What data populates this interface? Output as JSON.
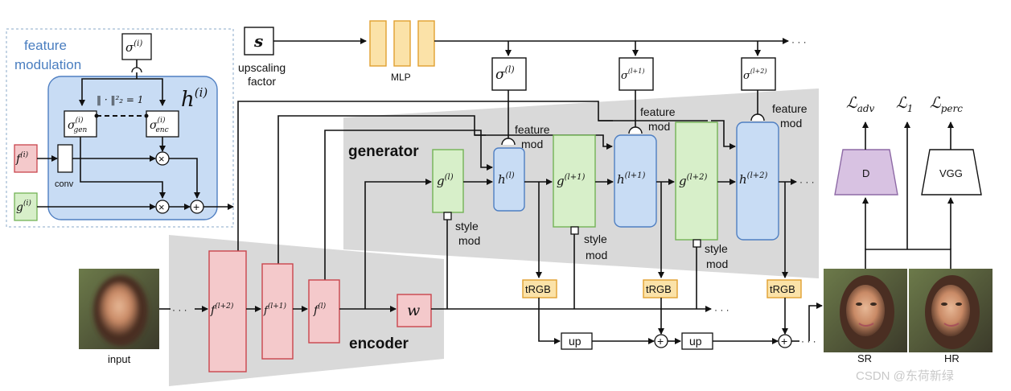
{
  "module": {
    "title_line1": "feature",
    "title_line2": "modulation",
    "h_label": "h",
    "h_sup": "(i)",
    "sigma_top": "σ",
    "sigma_top_sup": "(i)",
    "norm_text": "‖ · ‖²₂ = 1",
    "sigma_gen": "σ",
    "sigma_gen_sup": "(i)",
    "sigma_gen_sub": "gen",
    "sigma_enc": "σ",
    "sigma_enc_sup": "(i)",
    "sigma_enc_sub": "enc",
    "f_label": "f",
    "f_sup": "(i)",
    "g_label": "g",
    "g_sup": "(i)",
    "conv_label": "conv",
    "times": "×",
    "plus": "+"
  },
  "scale": {
    "s_label": "s",
    "caption_line1": "upscaling",
    "caption_line2": "factor",
    "mlp_label": "MLP",
    "dots": "· · ·"
  },
  "sigmas": [
    {
      "label": "σ",
      "sup": "(l)"
    },
    {
      "label": "σ",
      "sup": "(l+1)"
    },
    {
      "label": "σ",
      "sup": "(l+2)"
    }
  ],
  "generator": {
    "title": "generator",
    "g_blocks": [
      {
        "label": "g",
        "sup": "(l)"
      },
      {
        "label": "g",
        "sup": "(l+1)"
      },
      {
        "label": "g",
        "sup": "(l+2)"
      }
    ],
    "h_blocks": [
      {
        "label": "h",
        "sup": "(l)"
      },
      {
        "label": "h",
        "sup": "(l+1)"
      },
      {
        "label": "h",
        "sup": "(l+2)"
      }
    ],
    "feature_mod_line1": "feature",
    "feature_mod_line2": "mod",
    "style_mod_line1": "style",
    "style_mod_line2": "mod",
    "trgb": "tRGB",
    "up": "up",
    "plus": "+",
    "dots": "· · ·"
  },
  "encoder": {
    "title": "encoder",
    "f_blocks": [
      {
        "label": "f",
        "sup": "(l+2)"
      },
      {
        "label": "f",
        "sup": "(l+1)"
      },
      {
        "label": "f",
        "sup": "(l)"
      }
    ],
    "w_label": "w",
    "dots": "· · ·"
  },
  "losses": {
    "adv": "ℒ",
    "adv_sub": "adv",
    "l1": "ℒ",
    "l1_sub": "1",
    "perc": "ℒ",
    "perc_sub": "perc",
    "d_label": "D",
    "vgg_label": "VGG"
  },
  "images": {
    "input_caption": "input",
    "sr_caption": "SR",
    "hr_caption": "HR"
  },
  "watermark": "CSDN @东荷新绿",
  "colors": {
    "red_fill": "#f4c9cb",
    "red_stroke": "#c9454d",
    "green_fill": "#d7efc9",
    "green_stroke": "#73b356",
    "blue_fill": "#c8dcf4",
    "blue_stroke": "#4f7fc2",
    "yellow_fill": "#fbe2a8",
    "yellow_stroke": "#e0a030",
    "purple_fill": "#d8c2e2",
    "purple_stroke": "#8e6aa6",
    "gray_region": "#d9d9d9",
    "module_title": "#4a7ec0"
  }
}
